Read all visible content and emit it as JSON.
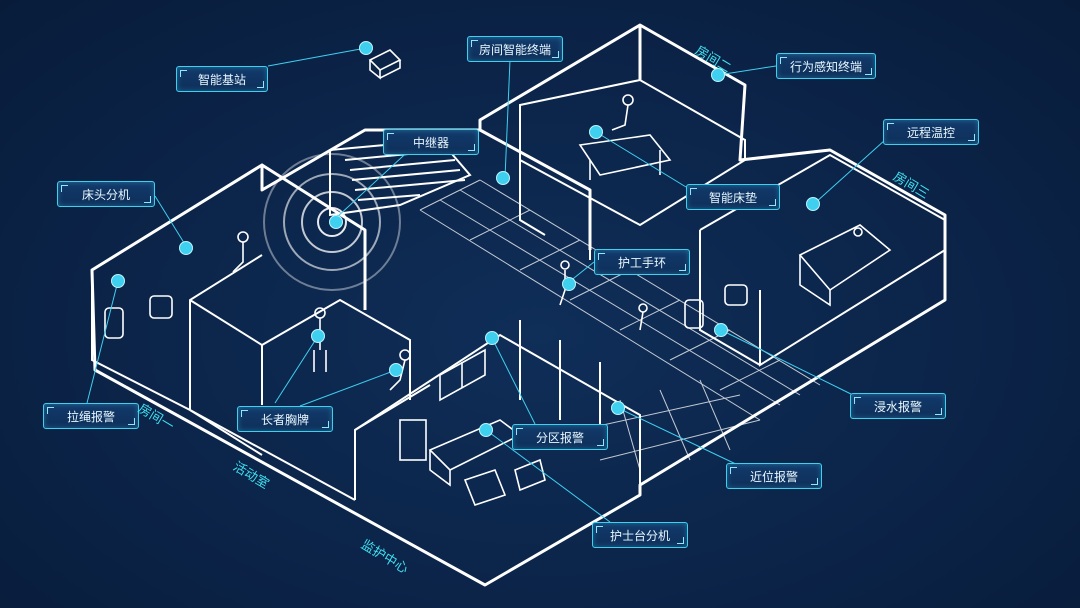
{
  "labels": {
    "smart_base_station": "智能基站",
    "room_smart_terminal": "房间智能终端",
    "behavior_sensing_terminal": "行为感知终端",
    "repeater": "中继器",
    "remote_temp_control": "远程温控",
    "bedside_extension": "床头分机",
    "smart_mattress": "智能床垫",
    "caregiver_wristband": "护工手环",
    "pull_cord_alarm": "拉绳报警",
    "elder_badge": "长者胸牌",
    "zone_alarm": "分区报警",
    "flood_alarm": "浸水报警",
    "proximity_alarm": "近位报警",
    "nurse_station_extension": "护士台分机"
  },
  "rooms": {
    "room_one": "房间一",
    "room_two": "房间二",
    "room_three": "房间三",
    "activity_room": "活动室",
    "monitoring_center": "监护中心"
  },
  "colors": {
    "background": "#0b2347",
    "line": "#ffffff",
    "accent": "#3fd0f0",
    "room_text": "#3fe0f0"
  }
}
